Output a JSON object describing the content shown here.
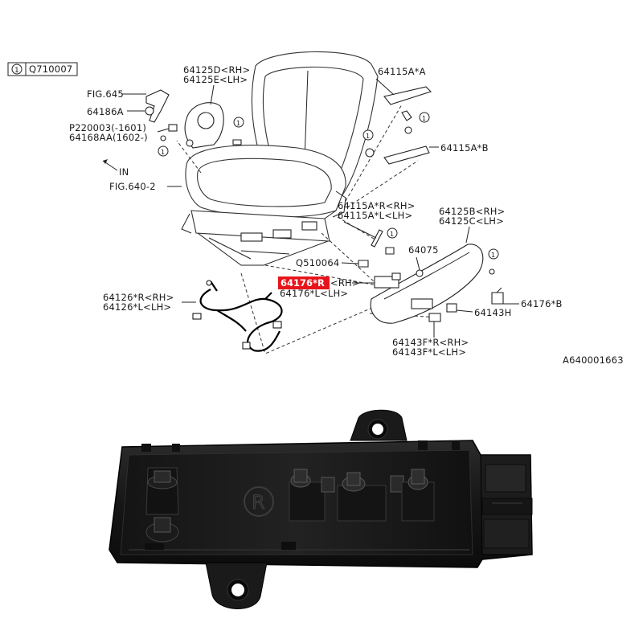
{
  "diagram": {
    "ref_number": "1",
    "ref_code": "Q710007",
    "labels": {
      "fig645": "FIG.645",
      "p64186a": "64186A",
      "p220003": "P220003(-1601)",
      "p64168aa": "64168AA(1602-)",
      "in": "IN",
      "fig640": "FIG.640-2",
      "p64125d": "64125D<RH>",
      "p64125e": "64125E<LH>",
      "p64115a_a": "64115A*A",
      "p64115a_b": "64115A*B",
      "p64115a_r": "64115A*R<RH>",
      "p64115a_l": "64115A*L<LH>",
      "p64125b": "64125B<RH>",
      "p64125c": "64125C<LH>",
      "p64075": "64075",
      "q510064": "Q510064",
      "p64176r_code": "64176*R",
      "p64176r_side": "<RH>",
      "p64176l": "64176*L<LH>",
      "p64126r": "64126*R<RH>",
      "p64126l": "64126*L<LH>",
      "p64176b": "64176*B",
      "p64143h": "64143H",
      "p64143fr": "64143F*R<RH>",
      "p64143fl": "64143F*L<LH>",
      "callout": "1",
      "diagram_id": "A640001663"
    },
    "highlight_color": "#e8141b"
  },
  "photo": {
    "embossed_letter": "R"
  }
}
